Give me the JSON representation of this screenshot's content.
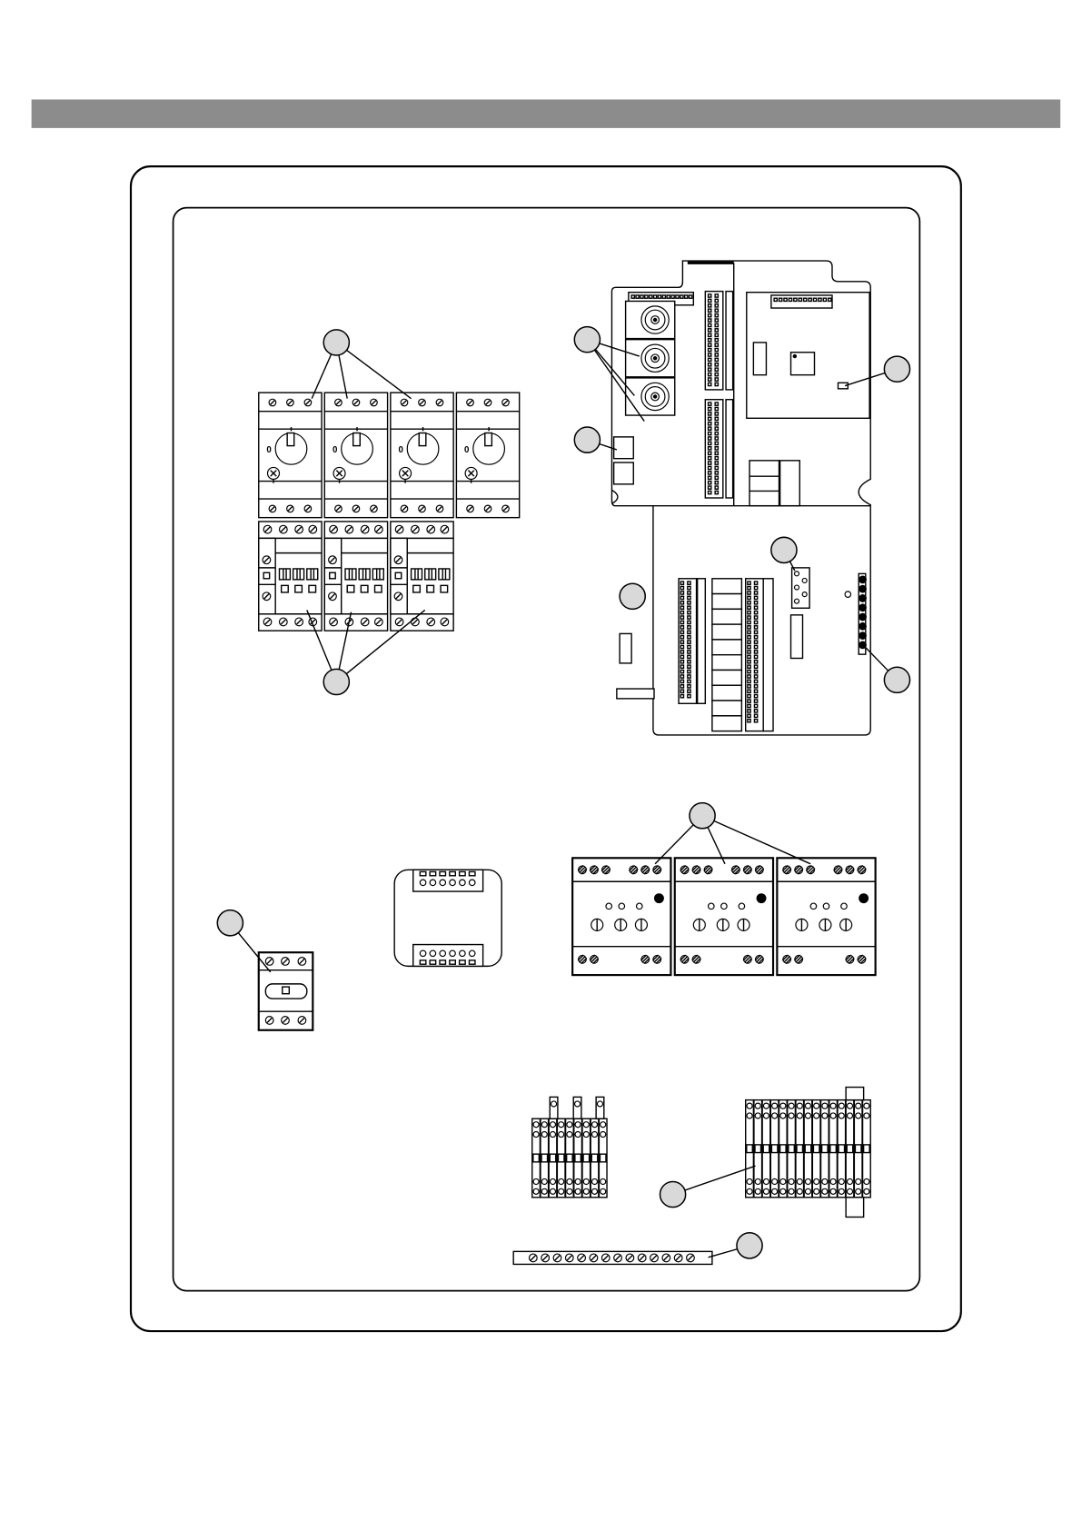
{
  "colors": {
    "header_bar": "#8c8c8c",
    "callout_fill": "#d9d9d9",
    "stroke": "#000000",
    "background": "#ffffff"
  },
  "rotary_switch": {
    "off_label": "0",
    "on_mark": "I"
  },
  "callouts_count": 12
}
